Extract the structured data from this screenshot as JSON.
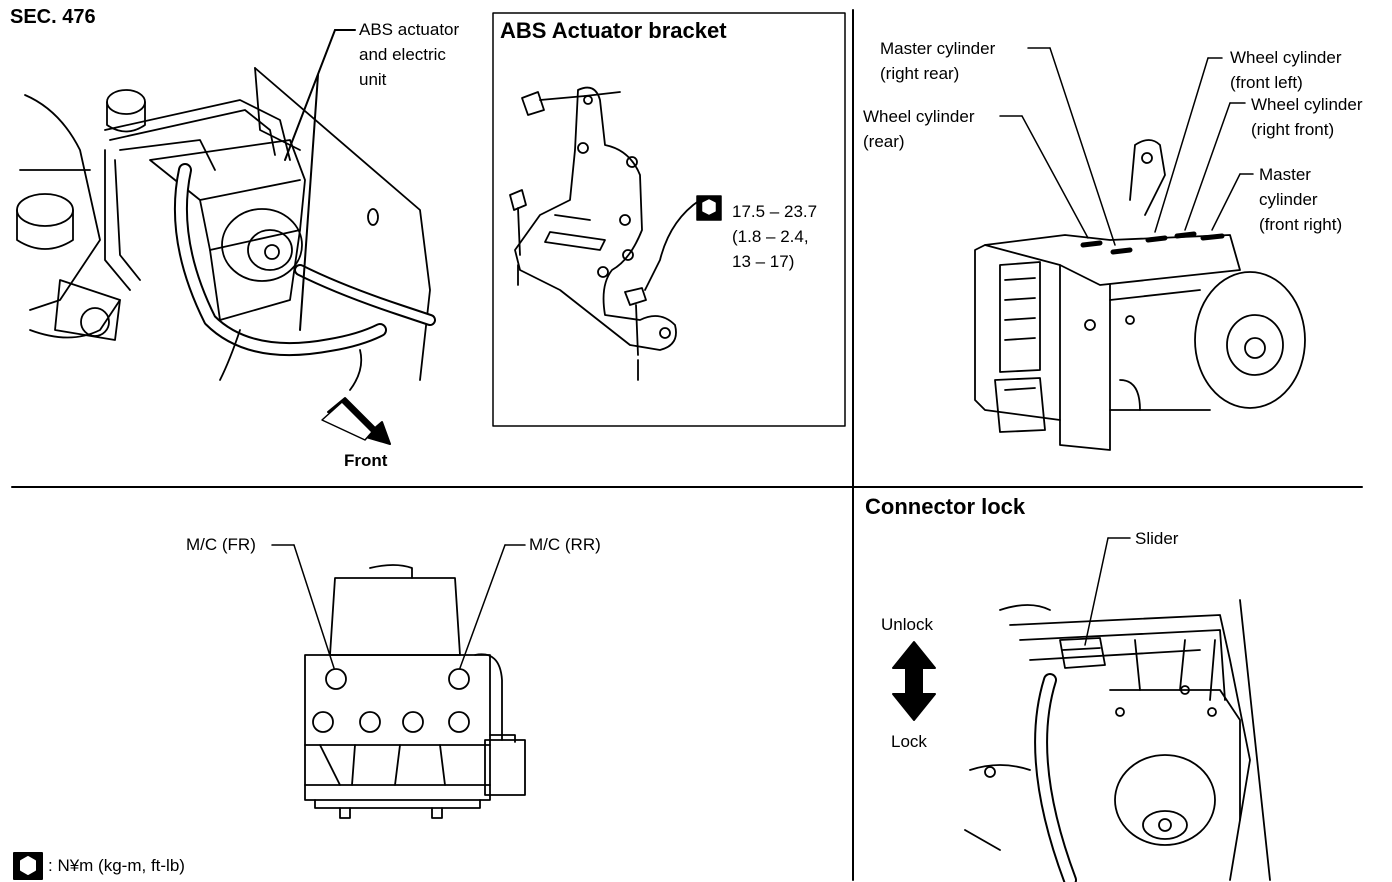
{
  "section": "SEC. 476",
  "panels": {
    "location": {
      "actuator_label": "ABS actuator\nand electric\nunit",
      "front_label": "Front"
    },
    "bracket": {
      "title": "ABS Actuator bracket",
      "torque": "17.5 – 23.7\n(1.8 – 2.4,\n13 – 17)",
      "torque_icon": "wrench-torque-icon"
    },
    "ports": {
      "master_rear": "Master cylinder\n(right rear)",
      "wheel_rear": "Wheel cylinder\n(rear)",
      "wheel_front_left": "Wheel cylinder\n(front left)",
      "wheel_right_front": "Wheel cylinder\n(right front)",
      "master_front_right": "Master\ncylinder\n(front right)"
    },
    "mc_ports": {
      "mc_fr": "M/C (FR)",
      "mc_rr": "M/C (RR)"
    },
    "connector_lock": {
      "title": "Connector lock",
      "slider": "Slider",
      "unlock": "Unlock",
      "lock": "Lock"
    }
  },
  "legend": {
    "icon": "wrench-torque-icon",
    "units": ": N¥m (kg-m, ft-lb)"
  }
}
